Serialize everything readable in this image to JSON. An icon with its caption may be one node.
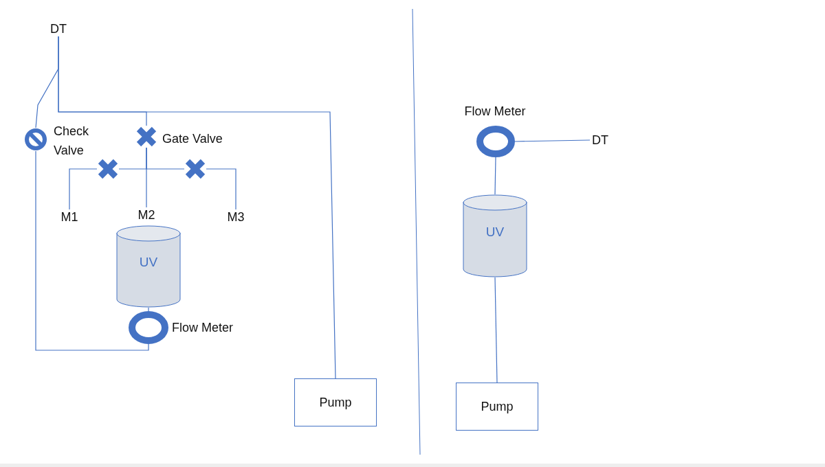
{
  "diagram": {
    "nodes": [
      {
        "text": [
          "DT"
        ]
      },
      {
        "text": [],
        "shape": "circle",
        "beside": [
          "Check Valve"
        ]
      },
      {
        "text": [],
        "shape": "cross",
        "beside": [
          "Gate Valve"
        ]
      },
      {
        "text": [],
        "shape": "cross"
      },
      {
        "text": [],
        "shape": "cross"
      },
      {
        "text": [
          "M1"
        ]
      },
      {
        "text": [
          "M2"
        ]
      },
      {
        "text": [
          "M3"
        ]
      },
      {
        "text": [
          "UV"
        ]
      },
      {
        "text": [],
        "shape": "ring",
        "beside": [
          "Flow Meter"
        ]
      },
      {
        "text": [
          "Pump"
        ]
      },
      {
        "text": [],
        "shape": "ring",
        "beside": [
          "Flow Meter"
        ]
      },
      {
        "text": [
          "DT"
        ]
      },
      {
        "text": [
          "UV"
        ]
      },
      {
        "text": [
          "Pump"
        ]
      }
    ],
    "edges": [
      {
        "from": 0,
        "to": 10,
        "arrow": "none"
      },
      {
        "from": 0,
        "to": 1,
        "arrow": "none"
      },
      {
        "from": 0,
        "to": 2,
        "arrow": "none"
      },
      {
        "from": 2,
        "to": 6,
        "arrow": "none"
      },
      {
        "from": 3,
        "to": 5,
        "arrow": "none"
      },
      {
        "from": 2,
        "to": 3,
        "arrow": "none"
      },
      {
        "from": 2,
        "to": 4,
        "arrow": "none"
      },
      {
        "from": 4,
        "to": 7,
        "arrow": "none"
      },
      {
        "from": 1,
        "to": 9,
        "arrow": "none"
      },
      {
        "from": 8,
        "to": 9,
        "arrow": "none"
      },
      {
        "from": 11,
        "to": 12,
        "arrow": "none"
      },
      {
        "from": 11,
        "to": 13,
        "arrow": "none"
      },
      {
        "from": 13,
        "to": 14,
        "arrow": "none"
      }
    ]
  }
}
